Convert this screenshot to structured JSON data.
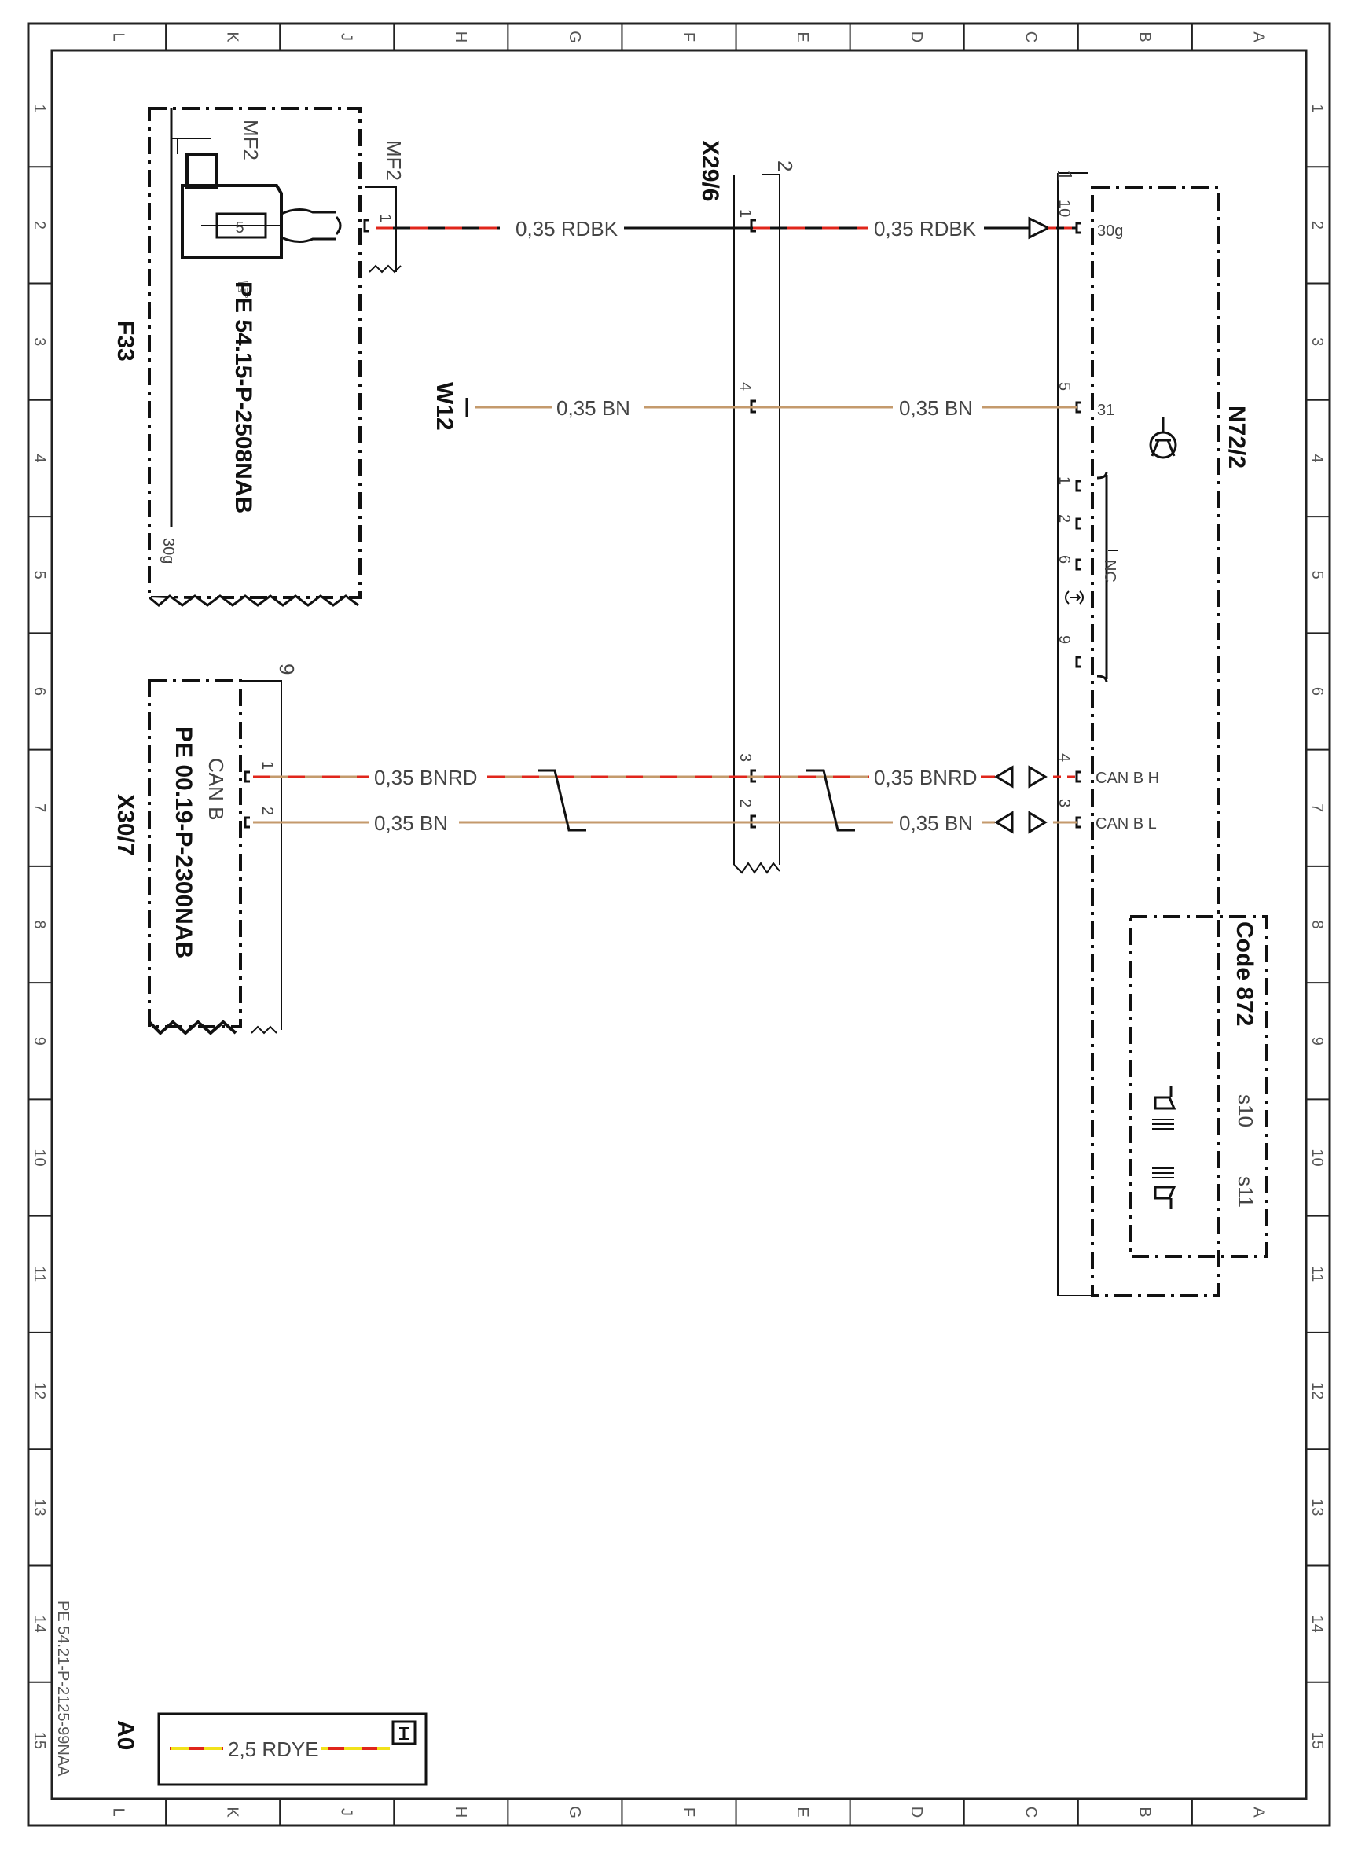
{
  "grid": {
    "columns": [
      "L",
      "K",
      "J",
      "H",
      "G",
      "F",
      "E",
      "D",
      "C",
      "B",
      "A"
    ],
    "rows": [
      "1",
      "2",
      "3",
      "4",
      "5",
      "6",
      "7",
      "8",
      "9",
      "10",
      "11",
      "12",
      "13",
      "14",
      "15"
    ]
  },
  "components": {
    "fuse_block": {
      "code": "F33",
      "pin_label": "MF2",
      "fuse_no": "5",
      "pin_30g": "30g",
      "ref": "PE 54.15-P-2508NAB"
    },
    "connector_x29": {
      "code": "X29/6",
      "index": "2"
    },
    "module": {
      "code": "N72/2",
      "index": "1",
      "nc_label": "NC"
    },
    "ground": {
      "code": "W12"
    },
    "can_block": {
      "code": "X30/7",
      "index": "9",
      "bus_name": "CAN B",
      "ref": "PE 00.19-P-2300NAB"
    },
    "code_box": {
      "code": "Code 872",
      "s10": "s10",
      "s11": "s11"
    }
  },
  "wires": {
    "rdbk": "0,35 RDBK",
    "bn": "0,35 BN",
    "bnrd": "0,35 BNRD"
  },
  "pins": {
    "mf2_pin": "1",
    "x29_p1": "1",
    "x29_p4": "4",
    "x29_p3": "3",
    "x29_p2": "2",
    "n72_p10": "10",
    "n72_p5": "5",
    "n72_p4": "4",
    "n72_p3": "3",
    "n72_p1": "1",
    "n72_p2": "2",
    "n72_p6": "6",
    "n72_p9": "9",
    "n72_30g": "30g",
    "n72_31": "31",
    "can_h": "CAN B H",
    "can_l": "CAN B L",
    "x30_p1": "1",
    "x30_p2": "2"
  },
  "legend": {
    "code": "A0",
    "wire": "2,5 RDYE"
  },
  "footer_ref": "PE 54.21-P-2125-99NAA",
  "colors": {
    "red": "#e0261b",
    "brown": "#c49a6c",
    "yellow": "#f2e21b",
    "black": "#111111"
  }
}
